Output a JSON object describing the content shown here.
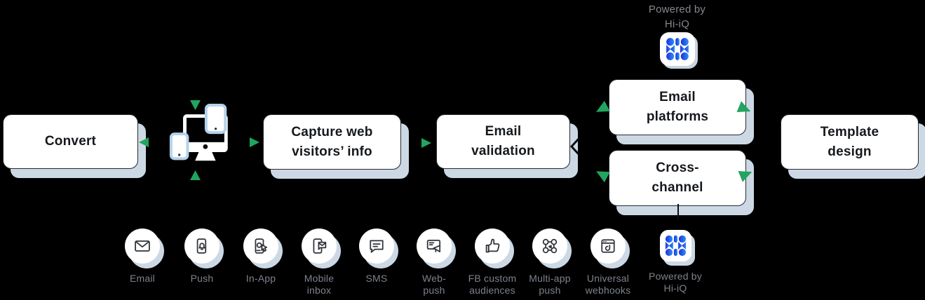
{
  "colors": {
    "background": "#000000",
    "box_fill": "#ffffff",
    "box_border": "#26292e",
    "box_text": "#15181c",
    "shadow_blue": "#ccd9e5",
    "arrow_green": "#22a45f",
    "label_gray": "#7d828b",
    "logo_blue_dark": "#1f30dd",
    "logo_blue_light": "#2f8ef6",
    "device_stroke_blue": "#b3d2ec"
  },
  "powered_by_top": {
    "line1": "Powered by",
    "line2": "Hi-iQ"
  },
  "boxes": {
    "convert": {
      "line1": "Convert",
      "line2": ""
    },
    "capture": {
      "line1": "Capture web",
      "line2": "visitors’ info"
    },
    "validation": {
      "line1": "Email",
      "line2": "validation"
    },
    "platforms": {
      "line1": "Email",
      "line2": "platforms"
    },
    "cross_channel": {
      "line1": "Cross-",
      "line2": "channel"
    },
    "template": {
      "line1": "Template",
      "line2": "design"
    }
  },
  "channels": [
    {
      "l1": "Email",
      "l2": "",
      "icon": "email-icon"
    },
    {
      "l1": "Push",
      "l2": "",
      "icon": "push-icon"
    },
    {
      "l1": "In-App",
      "l2": "",
      "icon": "in-app-icon"
    },
    {
      "l1": "Mobile",
      "l2": "inbox",
      "icon": "mobile-inbox-icon"
    },
    {
      "l1": "SMS",
      "l2": "",
      "icon": "sms-icon"
    },
    {
      "l1": "Web-",
      "l2": "push",
      "icon": "web-push-icon"
    },
    {
      "l1": "FB custom",
      "l2": "audiences",
      "icon": "thumbs-up-icon"
    },
    {
      "l1": "Multi-app",
      "l2": "push",
      "icon": "multi-app-icon"
    },
    {
      "l1": "Universal",
      "l2": "webhooks",
      "icon": "webhook-icon"
    },
    {
      "l1": "Powered by",
      "l2": "Hi-iQ",
      "icon": "hi-iq-logo"
    }
  ]
}
